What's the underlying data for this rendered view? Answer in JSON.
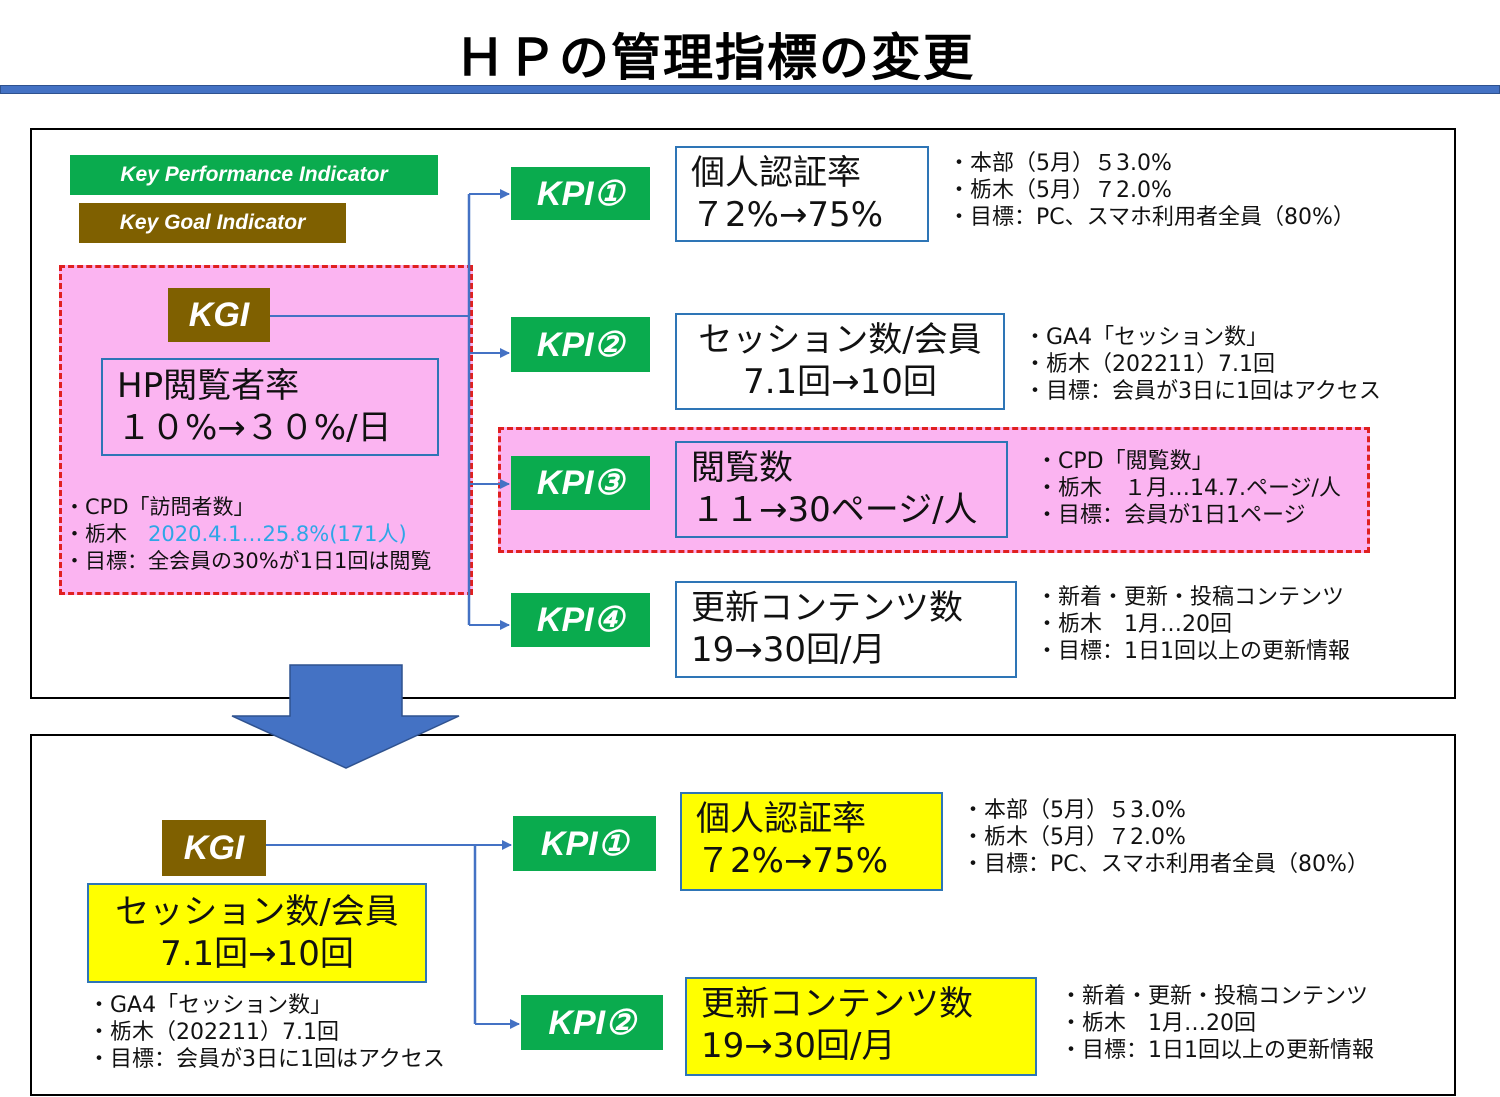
{
  "title": "ＨＰの管理指標の変更",
  "colors": {
    "kpi_green": "#0aab4e",
    "kgi_brown": "#7f6000",
    "connector_blue": "#4472c4",
    "highlight_pink": "#fbb4f1",
    "dash_red": "#e02020",
    "highlight_yellow": "#ffff00",
    "accent_cyan": "#2ea6e6"
  },
  "legend": {
    "kpi": "Key Performance Indicator",
    "kgi": "Key Goal Indicator"
  },
  "before": {
    "kgi": {
      "tag": "KGI",
      "metric_line1": "HP閲覧者率",
      "metric_line2": "１０%→３０%/日",
      "notes": [
        {
          "prefix": "・CPD「訪問者数」",
          "highlight": ""
        },
        {
          "prefix": "・栃木　",
          "highlight": "2020.4.1…25.8%(171人)"
        },
        {
          "prefix": "・目標：全会員の30%が1日1回は閲覧",
          "highlight": ""
        }
      ]
    },
    "kpis": [
      {
        "tag": "KPI①",
        "metric_line1": "個人認証率",
        "metric_line2": "７2%→75%",
        "notes": [
          "・本部（5月）５3.0%",
          "・栃木（5月）７2.0%",
          "・目標：PC、スマホ利用者全員（80%）"
        ]
      },
      {
        "tag": "KPI②",
        "metric_line1": "セッション数/会員",
        "metric_line2": "7.1回→10回",
        "notes": [
          "・GA4「セッション数」",
          "・栃木（202211）7.1回",
          "・目標：会員が3日に1回はアクセス"
        ]
      },
      {
        "tag": "KPI③",
        "metric_line1": "閲覧数",
        "metric_line2": "１１→30ページ/人",
        "notes": [
          "・CPD「閲覧数」",
          "・栃木　１月…14.7.ページ/人",
          "・目標：会員が1日1ページ"
        ]
      },
      {
        "tag": "KPI④",
        "metric_line1": "更新コンテンツ数",
        "metric_line2": "19→30回/月",
        "notes": [
          "・新着・更新・投稿コンテンツ",
          "・栃木　1月…20回",
          "・目標：1日1回以上の更新情報"
        ]
      }
    ]
  },
  "after": {
    "kgi": {
      "tag": "KGI",
      "metric_line1": "セッション数/会員",
      "metric_line2": "7.1回→10回",
      "notes": [
        "・GA4「セッション数」",
        "・栃木（202211）7.1回",
        "・目標：会員が3日に1回はアクセス"
      ]
    },
    "kpis": [
      {
        "tag": "KPI①",
        "metric_line1": "個人認証率",
        "metric_line2": "７2%→75%",
        "notes": [
          "・本部（5月）５3.0%",
          "・栃木（5月）７2.0%",
          "・目標：PC、スマホ利用者全員（80%）"
        ]
      },
      {
        "tag": "KPI②",
        "metric_line1": "更新コンテンツ数",
        "metric_line2": "19→30回/月",
        "notes": [
          "・新着・更新・投稿コンテンツ",
          "・栃木　1月…20回",
          "・目標：1日1回以上の更新情報"
        ]
      }
    ]
  }
}
